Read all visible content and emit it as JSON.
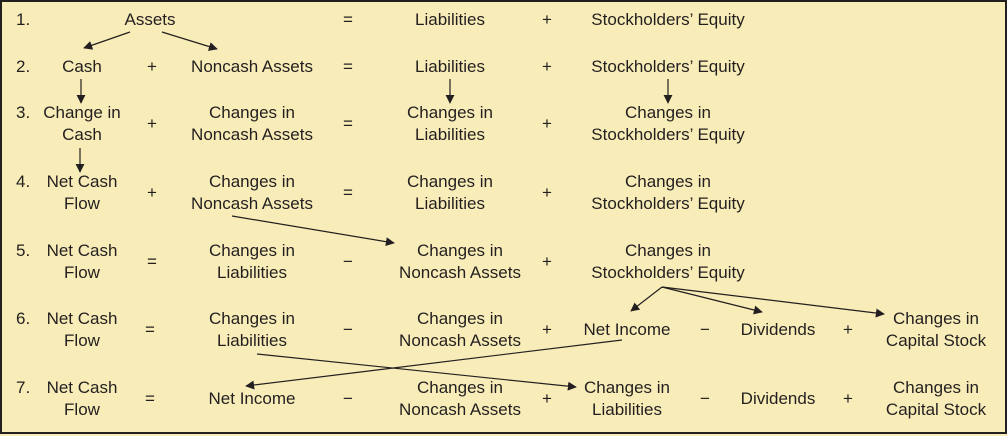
{
  "rows": [
    {
      "number": "1.",
      "items": [
        {
          "lines": [
            "Assets"
          ]
        },
        {
          "lines": [
            "="
          ]
        },
        {
          "lines": [
            "Liabilities"
          ]
        },
        {
          "lines": [
            "+"
          ]
        },
        {
          "lines": [
            "Stockholders’ Equity"
          ]
        }
      ]
    },
    {
      "number": "2.",
      "items": [
        {
          "lines": [
            "Cash"
          ]
        },
        {
          "lines": [
            "+"
          ]
        },
        {
          "lines": [
            "Noncash Assets"
          ]
        },
        {
          "lines": [
            "="
          ]
        },
        {
          "lines": [
            "Liabilities"
          ]
        },
        {
          "lines": [
            "+"
          ]
        },
        {
          "lines": [
            "Stockholders’ Equity"
          ]
        }
      ]
    },
    {
      "number": "3.",
      "items": [
        {
          "lines": [
            "Change in",
            "Cash"
          ]
        },
        {
          "lines": [
            "+"
          ]
        },
        {
          "lines": [
            "Changes in",
            "Noncash Assets"
          ]
        },
        {
          "lines": [
            "="
          ]
        },
        {
          "lines": [
            "Changes in",
            "Liabilities"
          ]
        },
        {
          "lines": [
            "+"
          ]
        },
        {
          "lines": [
            "Changes in",
            "Stockholders’ Equity"
          ]
        }
      ]
    },
    {
      "number": "4.",
      "items": [
        {
          "lines": [
            "Net Cash",
            "Flow"
          ]
        },
        {
          "lines": [
            "+"
          ]
        },
        {
          "lines": [
            "Changes in",
            "Noncash Assets"
          ]
        },
        {
          "lines": [
            "="
          ]
        },
        {
          "lines": [
            "Changes in",
            "Liabilities"
          ]
        },
        {
          "lines": [
            "+"
          ]
        },
        {
          "lines": [
            "Changes in",
            "Stockholders’ Equity"
          ]
        }
      ]
    },
    {
      "number": "5.",
      "items": [
        {
          "lines": [
            "Net Cash",
            "Flow"
          ]
        },
        {
          "lines": [
            "="
          ]
        },
        {
          "lines": [
            "Changes in",
            "Liabilities"
          ]
        },
        {
          "lines": [
            "−"
          ]
        },
        {
          "lines": [
            "Changes in",
            "Noncash Assets"
          ]
        },
        {
          "lines": [
            "+"
          ]
        },
        {
          "lines": [
            "Changes in",
            "Stockholders’ Equity"
          ]
        }
      ]
    },
    {
      "number": "6.",
      "items": [
        {
          "lines": [
            "Net Cash",
            "Flow"
          ]
        },
        {
          "lines": [
            "="
          ]
        },
        {
          "lines": [
            "Changes in",
            "Liabilities"
          ]
        },
        {
          "lines": [
            "−"
          ]
        },
        {
          "lines": [
            "Changes in",
            "Noncash Assets"
          ]
        },
        {
          "lines": [
            "+"
          ]
        },
        {
          "lines": [
            "Net Income"
          ]
        },
        {
          "lines": [
            "−"
          ]
        },
        {
          "lines": [
            "Dividends"
          ]
        },
        {
          "lines": [
            "+"
          ]
        },
        {
          "lines": [
            "Changes in",
            "Capital Stock"
          ]
        }
      ]
    },
    {
      "number": "7.",
      "items": [
        {
          "lines": [
            "Net Cash",
            "Flow"
          ]
        },
        {
          "lines": [
            "="
          ]
        },
        {
          "lines": [
            "Net Income"
          ]
        },
        {
          "lines": [
            "−"
          ]
        },
        {
          "lines": [
            "Changes in",
            "Noncash Assets"
          ]
        },
        {
          "lines": [
            "+"
          ]
        },
        {
          "lines": [
            "Changes in",
            "Liabilities"
          ]
        },
        {
          "lines": [
            "−"
          ]
        },
        {
          "lines": [
            "Dividends"
          ]
        },
        {
          "lines": [
            "+"
          ]
        },
        {
          "lines": [
            "Changes in",
            "Capital Stock"
          ]
        }
      ]
    }
  ],
  "colors": {
    "background": "#f8edb8",
    "ink": "#231f20"
  }
}
